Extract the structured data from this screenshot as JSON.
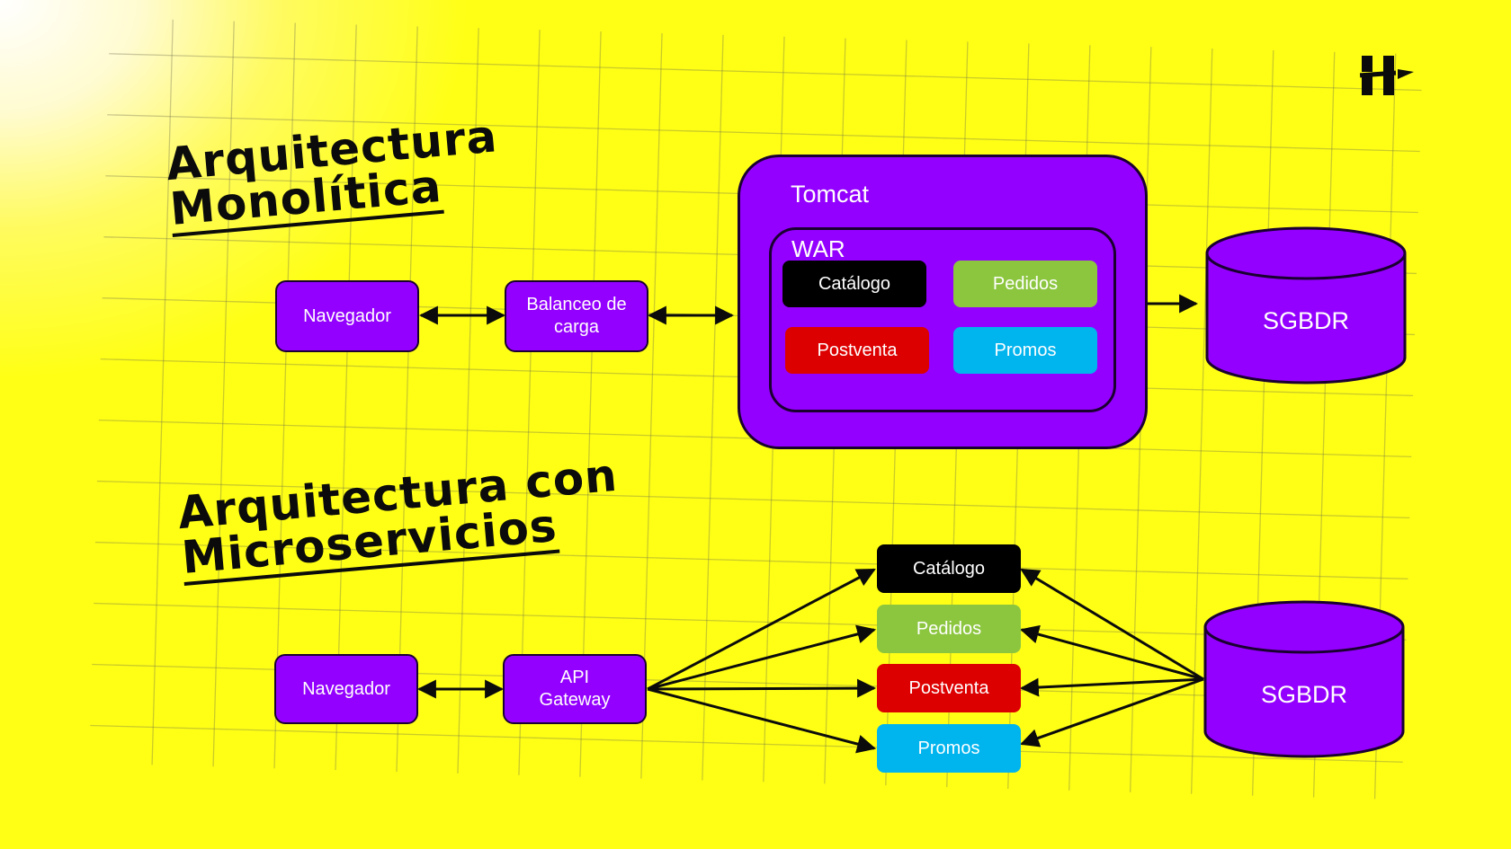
{
  "colors": {
    "background": "#ffff16",
    "purple": "#9400ff",
    "black": "#000000",
    "green": "#8cc63f",
    "red": "#dd0000",
    "blue": "#00b4ee"
  },
  "monolith": {
    "title_line1": "Arquitectura",
    "title_line2": "Monolítica",
    "browser": "Navegador",
    "balancer": "Balanceo de carga",
    "tomcat": "Tomcat",
    "war": "WAR",
    "modules": {
      "catalog": "Catálogo",
      "orders": "Pedidos",
      "aftersales": "Postventa",
      "promos": "Promos"
    },
    "db": "SGBDR"
  },
  "micro": {
    "title_line1": "Arquitectura con",
    "title_line2": "Microservicios",
    "browser": "Navegador",
    "gateway": "API Gateway",
    "services": {
      "catalog": "Catálogo",
      "orders": "Pedidos",
      "aftersales": "Postventa",
      "promos": "Promos"
    },
    "db": "SGBDR"
  },
  "logo_icon": "brand-logo-icon"
}
